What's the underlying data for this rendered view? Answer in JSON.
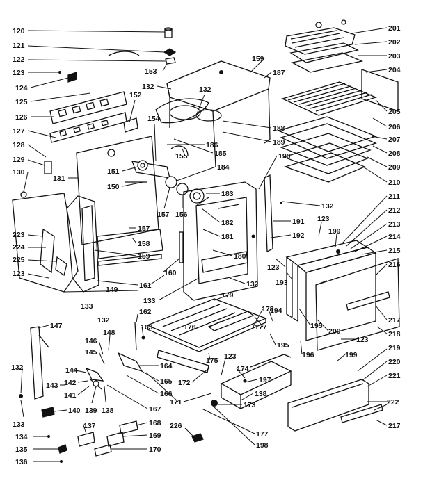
{
  "callouts": [
    {
      "id": "c120",
      "label": "120"
    },
    {
      "id": "c121",
      "label": "121"
    },
    {
      "id": "c122",
      "label": "122"
    },
    {
      "id": "c123a",
      "label": "123"
    },
    {
      "id": "c124",
      "label": "124"
    },
    {
      "id": "c125",
      "label": "125"
    },
    {
      "id": "c126",
      "label": "126"
    },
    {
      "id": "c127",
      "label": "127"
    },
    {
      "id": "c128",
      "label": "128"
    },
    {
      "id": "c129",
      "label": "129"
    },
    {
      "id": "c130",
      "label": "130"
    },
    {
      "id": "c131",
      "label": "131"
    },
    {
      "id": "c223",
      "label": "223"
    },
    {
      "id": "c224",
      "label": "224"
    },
    {
      "id": "c225",
      "label": "225"
    },
    {
      "id": "c123b",
      "label": "123"
    },
    {
      "id": "c153",
      "label": "153"
    },
    {
      "id": "c132a",
      "label": "132"
    },
    {
      "id": "c132b",
      "label": "132"
    },
    {
      "id": "c152",
      "label": "152"
    },
    {
      "id": "c154",
      "label": "154"
    },
    {
      "id": "c186",
      "label": "186"
    },
    {
      "id": "c185",
      "label": "185"
    },
    {
      "id": "c155",
      "label": "155"
    },
    {
      "id": "c151",
      "label": "151"
    },
    {
      "id": "c150",
      "label": "150"
    },
    {
      "id": "c184",
      "label": "184"
    },
    {
      "id": "c157a",
      "label": "157"
    },
    {
      "id": "c156",
      "label": "156"
    },
    {
      "id": "c183",
      "label": "183"
    },
    {
      "id": "c157b",
      "label": "157"
    },
    {
      "id": "c158",
      "label": "158"
    },
    {
      "id": "c159b",
      "label": "159"
    },
    {
      "id": "c182",
      "label": "182"
    },
    {
      "id": "c181",
      "label": "181"
    },
    {
      "id": "c160",
      "label": "160"
    },
    {
      "id": "c161",
      "label": "161"
    },
    {
      "id": "c149",
      "label": "149"
    },
    {
      "id": "c133a",
      "label": "133"
    },
    {
      "id": "c180",
      "label": "180"
    },
    {
      "id": "c159a",
      "label": "159"
    },
    {
      "id": "c187",
      "label": "187"
    },
    {
      "id": "c188",
      "label": "188"
    },
    {
      "id": "c189",
      "label": "189"
    },
    {
      "id": "c190",
      "label": "190"
    },
    {
      "id": "c201",
      "label": "201"
    },
    {
      "id": "c202",
      "label": "202"
    },
    {
      "id": "c203",
      "label": "203"
    },
    {
      "id": "c204",
      "label": "204"
    },
    {
      "id": "c205",
      "label": "205"
    },
    {
      "id": "c206",
      "label": "206"
    },
    {
      "id": "c207",
      "label": "207"
    },
    {
      "id": "c208",
      "label": "208"
    },
    {
      "id": "c209",
      "label": "209"
    },
    {
      "id": "c210",
      "label": "210"
    },
    {
      "id": "c211",
      "label": "211"
    },
    {
      "id": "c212",
      "label": "212"
    },
    {
      "id": "c213",
      "label": "213"
    },
    {
      "id": "c214",
      "label": "214"
    },
    {
      "id": "c215",
      "label": "215"
    },
    {
      "id": "c216",
      "label": "216"
    },
    {
      "id": "c217a",
      "label": "217"
    },
    {
      "id": "c218",
      "label": "218"
    },
    {
      "id": "c132c",
      "label": "132"
    },
    {
      "id": "c191",
      "label": "191"
    },
    {
      "id": "c192",
      "label": "192"
    },
    {
      "id": "c123c",
      "label": "123"
    },
    {
      "id": "c199a",
      "label": "199"
    },
    {
      "id": "c123d",
      "label": "123"
    },
    {
      "id": "c193",
      "label": "193"
    },
    {
      "id": "c132d",
      "label": "132"
    },
    {
      "id": "c133b",
      "label": "133"
    },
    {
      "id": "c132e",
      "label": "132"
    },
    {
      "id": "c147",
      "label": "147"
    },
    {
      "id": "c179",
      "label": "179"
    },
    {
      "id": "c162",
      "label": "162"
    },
    {
      "id": "c163",
      "label": "163"
    },
    {
      "id": "c176",
      "label": "176"
    },
    {
      "id": "c177a",
      "label": "177"
    },
    {
      "id": "c178",
      "label": "178"
    },
    {
      "id": "c194",
      "label": "194"
    },
    {
      "id": "c195a",
      "label": "195"
    },
    {
      "id": "c200",
      "label": "200"
    },
    {
      "id": "c196",
      "label": "196"
    },
    {
      "id": "c195b",
      "label": "195"
    },
    {
      "id": "c148",
      "label": "148"
    },
    {
      "id": "c146",
      "label": "146"
    },
    {
      "id": "c145",
      "label": "145"
    },
    {
      "id": "c164",
      "label": "164"
    },
    {
      "id": "c175",
      "label": "175"
    },
    {
      "id": "c123e",
      "label": "123"
    },
    {
      "id": "c174",
      "label": "174"
    },
    {
      "id": "c123f",
      "label": "123"
    },
    {
      "id": "c219",
      "label": "219"
    },
    {
      "id": "c199b",
      "label": "199"
    },
    {
      "id": "c220",
      "label": "220"
    },
    {
      "id": "c144",
      "label": "144"
    },
    {
      "id": "c165",
      "label": "165"
    },
    {
      "id": "c143",
      "label": "143"
    },
    {
      "id": "c142",
      "label": "142"
    },
    {
      "id": "c141",
      "label": "141"
    },
    {
      "id": "c166",
      "label": "166"
    },
    {
      "id": "c172",
      "label": "172"
    },
    {
      "id": "c197",
      "label": "197"
    },
    {
      "id": "c221",
      "label": "221"
    },
    {
      "id": "c138b",
      "label": "138"
    },
    {
      "id": "c132f",
      "label": "132"
    },
    {
      "id": "c139",
      "label": "139"
    },
    {
      "id": "c138a",
      "label": "138"
    },
    {
      "id": "c167",
      "label": "167"
    },
    {
      "id": "c171",
      "label": "171"
    },
    {
      "id": "c173",
      "label": "173"
    },
    {
      "id": "c222",
      "label": "222"
    },
    {
      "id": "c140",
      "label": "140"
    },
    {
      "id": "c133c",
      "label": "133"
    },
    {
      "id": "c137",
      "label": "137"
    },
    {
      "id": "c168",
      "label": "168"
    },
    {
      "id": "c226",
      "label": "226"
    },
    {
      "id": "c217b",
      "label": "217"
    },
    {
      "id": "c134",
      "label": "134"
    },
    {
      "id": "c169",
      "label": "169"
    },
    {
      "id": "c177b",
      "label": "177"
    },
    {
      "id": "c135",
      "label": "135"
    },
    {
      "id": "c170",
      "label": "170"
    },
    {
      "id": "c198",
      "label": "198"
    },
    {
      "id": "c136",
      "label": "136"
    }
  ]
}
